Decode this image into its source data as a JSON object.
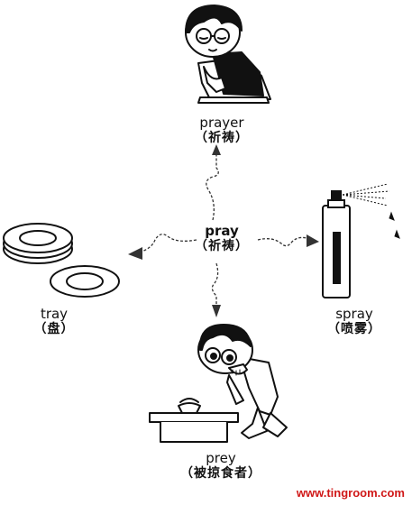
{
  "center": {
    "word": "pray",
    "meaning": "（祈祷）"
  },
  "nodes": {
    "top": {
      "word": "prayer",
      "meaning": "（祈祷）"
    },
    "left": {
      "word": "tray",
      "meaning": "（盘）"
    },
    "right": {
      "word": "spray",
      "meaning": "（喷雾）"
    },
    "bottom": {
      "word": "prey",
      "meaning": "（被掠食者）"
    }
  },
  "credit": "www.tingroom.com",
  "colors": {
    "ink": "#111111",
    "credit": "#d01818"
  }
}
